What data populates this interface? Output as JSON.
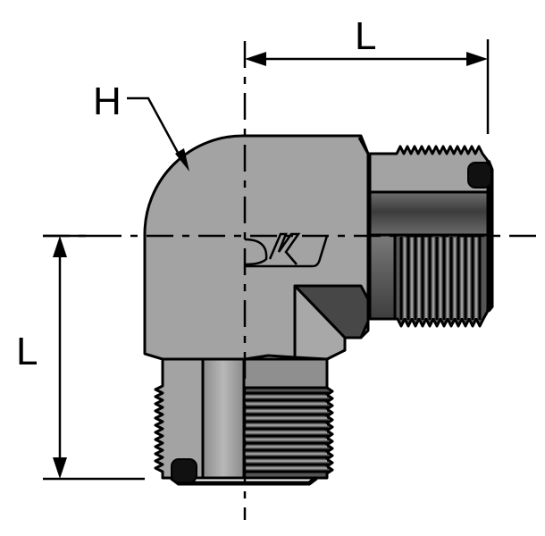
{
  "diagram": {
    "title": "90° elbow fitting with O-ring boss ends",
    "dimensions": {
      "top_length_label": "L",
      "left_length_label": "L",
      "hex_label": "H"
    },
    "colors": {
      "body_fill": "#a3a3a3",
      "dark_fill": "#474747",
      "outline": "#000000",
      "oring": "#111111",
      "background": "#ffffff"
    },
    "parts": [
      {
        "id": "elbow-body",
        "label": "Elbow body (hex)"
      },
      {
        "id": "right-port",
        "label": "Right threaded port with O-ring"
      },
      {
        "id": "bottom-port",
        "label": "Bottom threaded port with O-ring"
      },
      {
        "id": "centerlines",
        "label": "Horizontal and vertical centerlines"
      }
    ]
  }
}
